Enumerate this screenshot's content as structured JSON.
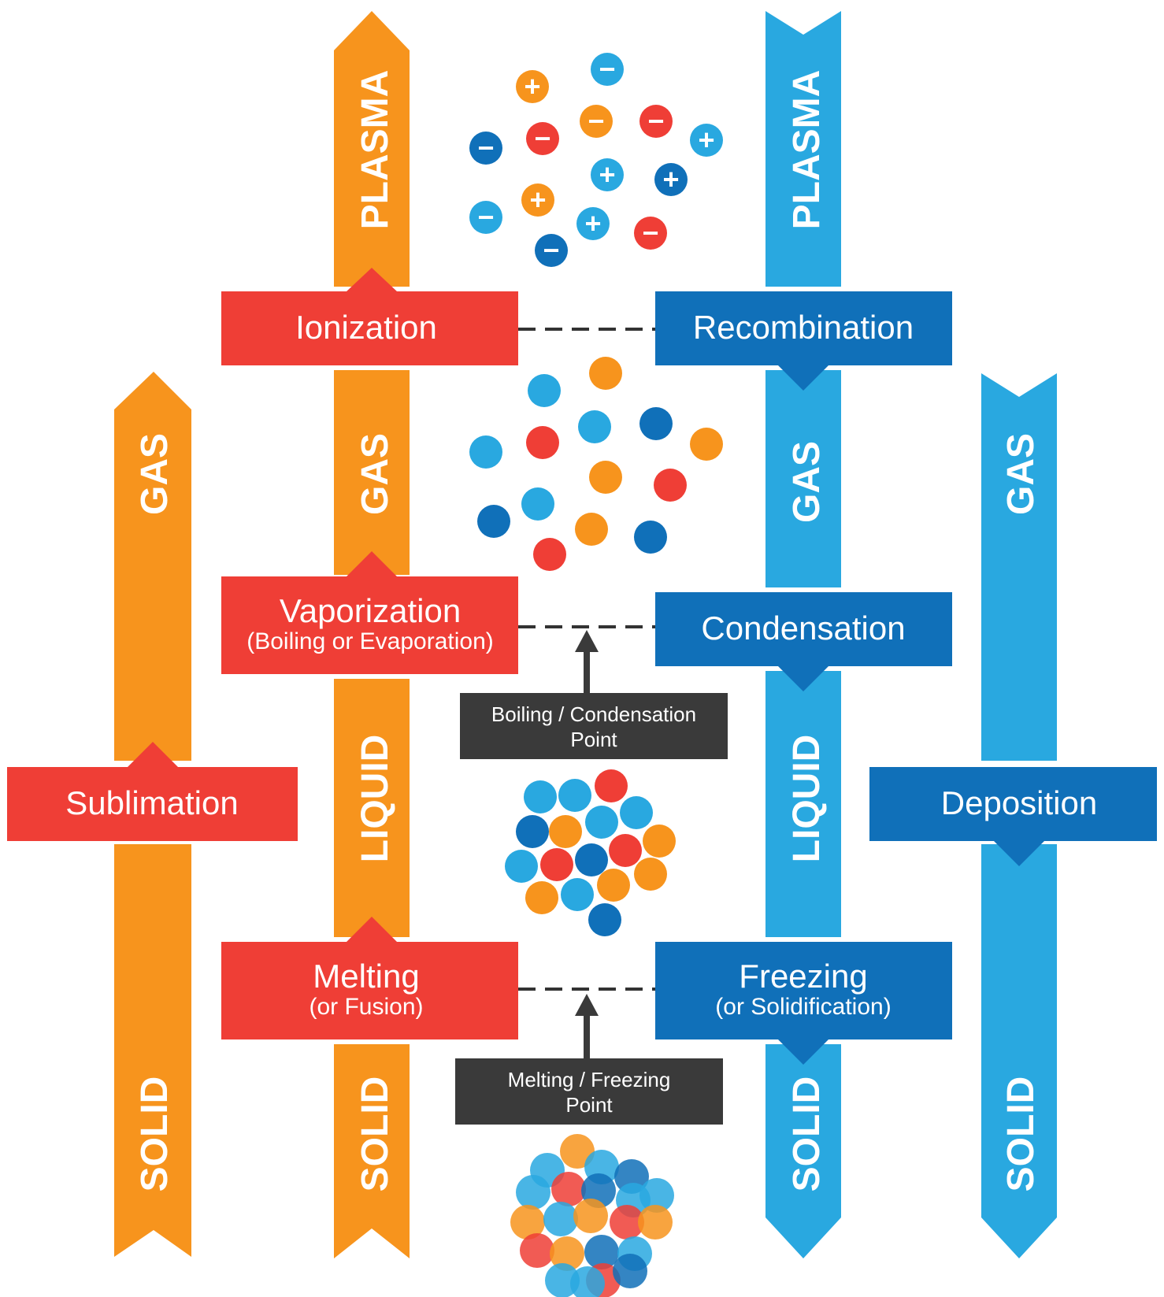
{
  "colors": {
    "orange": "#F7941D",
    "red": "#EF3E36",
    "light_blue": "#29A8E0",
    "dark_blue": "#1070B9",
    "gray": "#3A3A3A",
    "dashed": "#333333"
  },
  "states": {
    "plasma": "PLASMA",
    "gas": "GAS",
    "liquid": "LIQUID",
    "solid": "SOLID"
  },
  "processes": {
    "ionization": "Ionization",
    "recombination": "Recombination",
    "vaporization": "Vaporization",
    "vaporization_sub": "(Boiling or Evaporation)",
    "condensation": "Condensation",
    "sublimation": "Sublimation",
    "deposition": "Deposition",
    "melting": "Melting",
    "melting_sub": "(or Fusion)",
    "freezing": "Freezing",
    "freezing_sub": "(or Solidification)"
  },
  "points": {
    "boiling_line1": "Boiling / Condensation",
    "boiling_line2": "Point",
    "melting_line1": "Melting / Freezing",
    "melting_line2": "Point"
  },
  "plasma_particles": [
    {
      "color": "orange",
      "sign": "+"
    },
    {
      "color": "light_blue",
      "sign": "−"
    },
    {
      "color": "dark_blue",
      "sign": "−"
    },
    {
      "color": "red",
      "sign": "−"
    },
    {
      "color": "orange",
      "sign": "−"
    },
    {
      "color": "red",
      "sign": "−"
    },
    {
      "color": "light_blue",
      "sign": "+"
    },
    {
      "color": "light_blue",
      "sign": "+"
    },
    {
      "color": "dark_blue",
      "sign": "+"
    },
    {
      "color": "light_blue",
      "sign": "−"
    },
    {
      "color": "orange",
      "sign": "+"
    },
    {
      "color": "light_blue",
      "sign": "+"
    },
    {
      "color": "red",
      "sign": "−"
    },
    {
      "color": "dark_blue",
      "sign": "−"
    }
  ]
}
